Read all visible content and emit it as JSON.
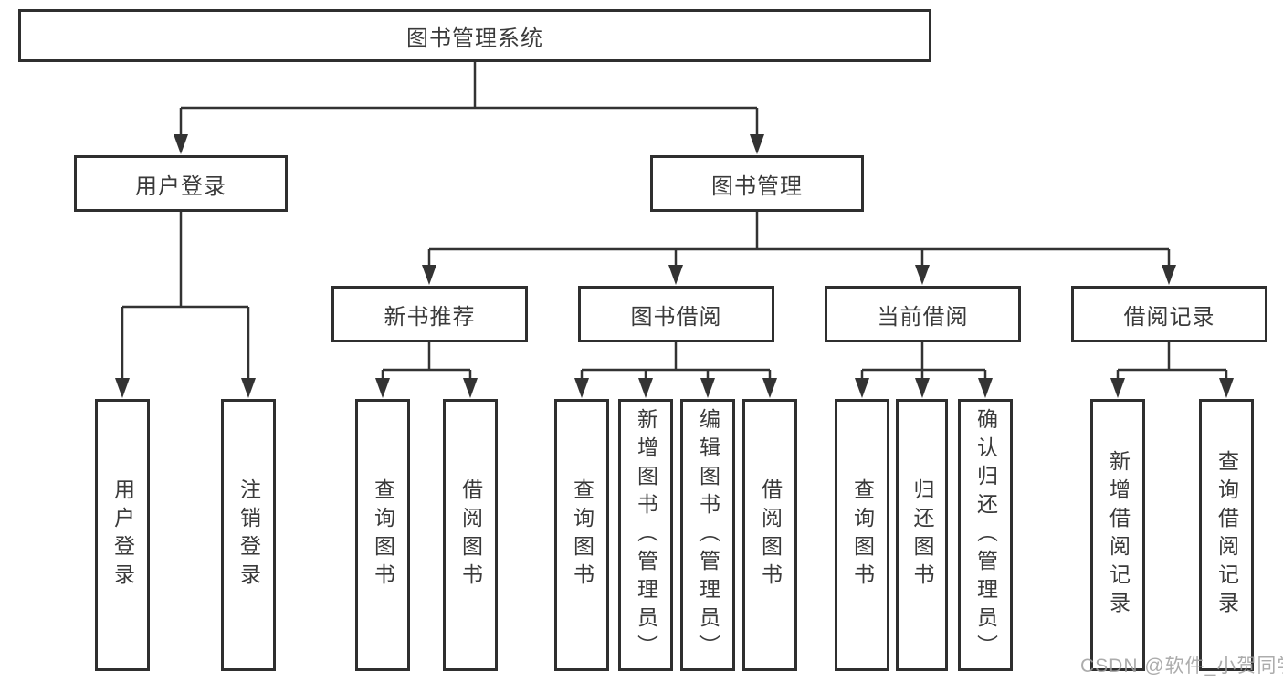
{
  "tree": {
    "label": "图书管理系统",
    "children": [
      {
        "label": "用户登录",
        "children": [
          {
            "label": "用户登录"
          },
          {
            "label": "注销登录"
          }
        ]
      },
      {
        "label": "图书管理",
        "children": [
          {
            "label": "新书推荐",
            "children": [
              {
                "label": "查询图书"
              },
              {
                "label": "借阅图书"
              }
            ]
          },
          {
            "label": "图书借阅",
            "children": [
              {
                "label": "查询图书"
              },
              {
                "label": "新增图书（管理员）"
              },
              {
                "label": "编辑图书（管理员）"
              },
              {
                "label": "借阅图书"
              }
            ]
          },
          {
            "label": "当前借阅",
            "children": [
              {
                "label": "查询图书"
              },
              {
                "label": "归还图书"
              },
              {
                "label": "确认归还（管理员）"
              }
            ]
          },
          {
            "label": "借阅记录",
            "children": [
              {
                "label": "新增借阅记录"
              },
              {
                "label": "查询借阅记录"
              }
            ]
          }
        ]
      }
    ]
  },
  "watermark": "CSDN @软件_小贺同学",
  "colors": {
    "line": "#333333",
    "box_border": "#2f2f2f",
    "box_background": "#ffffff",
    "text": "#3a3a3a",
    "watermark": "#9e9e9e"
  }
}
